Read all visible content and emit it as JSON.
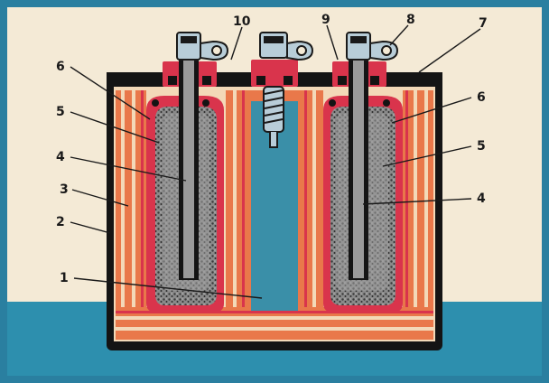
{
  "colors": {
    "frame": "#2a7fa0",
    "paper": "#f4ead6",
    "jar": "#141414",
    "red": "#d9344c",
    "orange": "#e9784a",
    "cream": "#f3d9b8",
    "blue": "#3a8fa8",
    "ground": "#2d8fae",
    "metal": "#b8cdd8",
    "grey": "#9a9a9a"
  },
  "callouts": [
    {
      "id": "1",
      "text": "1"
    },
    {
      "id": "2",
      "text": "2"
    },
    {
      "id": "3",
      "text": "3"
    },
    {
      "id": "4-left",
      "text": "4"
    },
    {
      "id": "4-right",
      "text": "4"
    },
    {
      "id": "5-left",
      "text": "5"
    },
    {
      "id": "5-right",
      "text": "5"
    },
    {
      "id": "6-left",
      "text": "6"
    },
    {
      "id": "6-right",
      "text": "6"
    },
    {
      "id": "7",
      "text": "7"
    },
    {
      "id": "8",
      "text": "8"
    },
    {
      "id": "9",
      "text": "9"
    },
    {
      "id": "10",
      "text": "10"
    }
  ]
}
